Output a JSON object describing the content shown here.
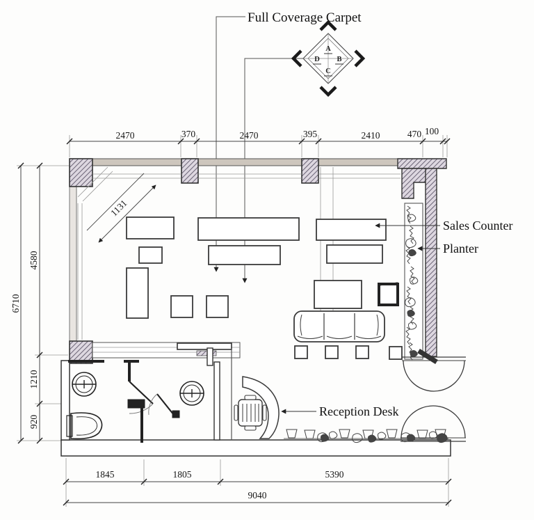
{
  "title": {
    "full_coverage_carpet": "Full Coverage Carpet"
  },
  "callouts": {
    "sales_counter": "Sales Counter",
    "planter": "Planter",
    "reception_desk": "Reception Desk"
  },
  "elevation_symbol": {
    "top": "A",
    "right": "B",
    "bottom": "C",
    "left": "D"
  },
  "dimensions": {
    "top": [
      "2470",
      "370",
      "2470",
      "395",
      "2410",
      "470",
      "100"
    ],
    "left_outer": "6710",
    "left_inner": [
      "4580",
      "1210",
      "920"
    ],
    "diagonal": "1131",
    "bottom": [
      "1845",
      "1805",
      "5390"
    ],
    "bottom_total": "9040"
  },
  "colors": {
    "line": "#3a3a3a",
    "wall_fill": "#cdc6bd",
    "column_hatch_fill": "#ddd7e0",
    "background": "#fdfdfc"
  }
}
